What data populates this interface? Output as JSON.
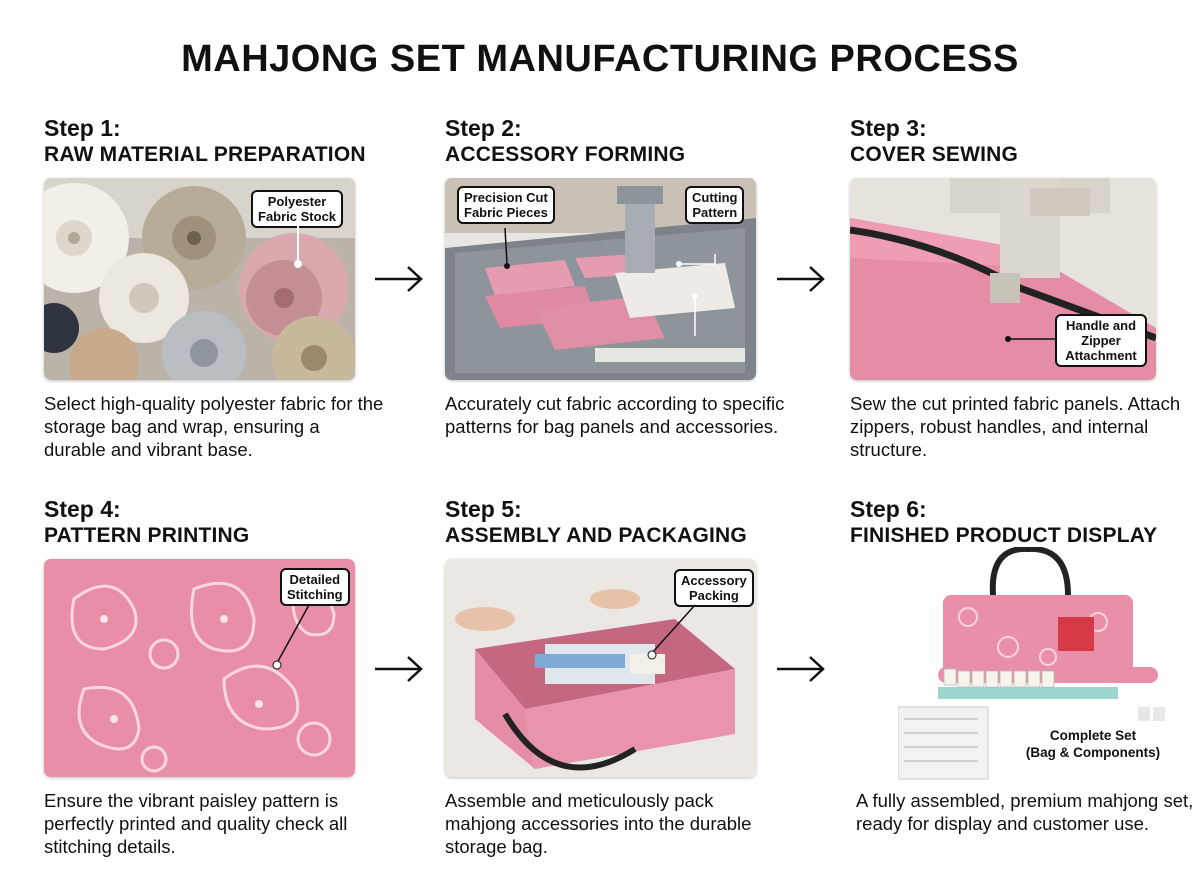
{
  "title": "MAHJONG SET MANUFACTURING PROCESS",
  "steps": [
    {
      "number": "Step 1:",
      "name": "RAW MATERIAL PREPARATION",
      "callouts": [
        "Polyester\nFabric Stock"
      ],
      "description": "Select high-quality polyester fabric for the storage bag and wrap, ensuring a durable and vibrant base."
    },
    {
      "number": "Step 2:",
      "name": "ACCESSORY FORMING",
      "callouts": [
        "Precision Cut\nFabric Pieces",
        "Cutting\nPattern"
      ],
      "description": "Accurately cut fabric according to specific patterns for bag panels and accessories."
    },
    {
      "number": "Step 3:",
      "name": "COVER SEWING",
      "callouts": [
        "Handle and\nZipper\nAttachment"
      ],
      "description": "Sew the cut printed fabric panels. Attach zippers, robust handles, and internal structure."
    },
    {
      "number": "Step 4:",
      "name": "PATTERN PRINTING",
      "callouts": [
        "Detailed\nStitching"
      ],
      "description": "Ensure the vibrant paisley pattern is perfectly printed and quality check all stitching details."
    },
    {
      "number": "Step 5:",
      "name": "ASSEMBLY AND PACKAGING",
      "callouts": [
        "Accessory\nPacking"
      ],
      "description": "Assemble and meticulously pack mahjong accessories into the durable storage bag."
    },
    {
      "number": "Step 6:",
      "name": "FINISHED PRODUCT DISPLAY",
      "callouts": [
        "Complete Set\n(Bag & Components)"
      ],
      "description": "A fully assembled, premium mahjong set, ready for display and customer use."
    }
  ],
  "arrow_icon": "right-arrow-icon",
  "colors": {
    "pink": "#e58fa6",
    "pink_light": "#f4b9c8",
    "text": "#111111"
  }
}
